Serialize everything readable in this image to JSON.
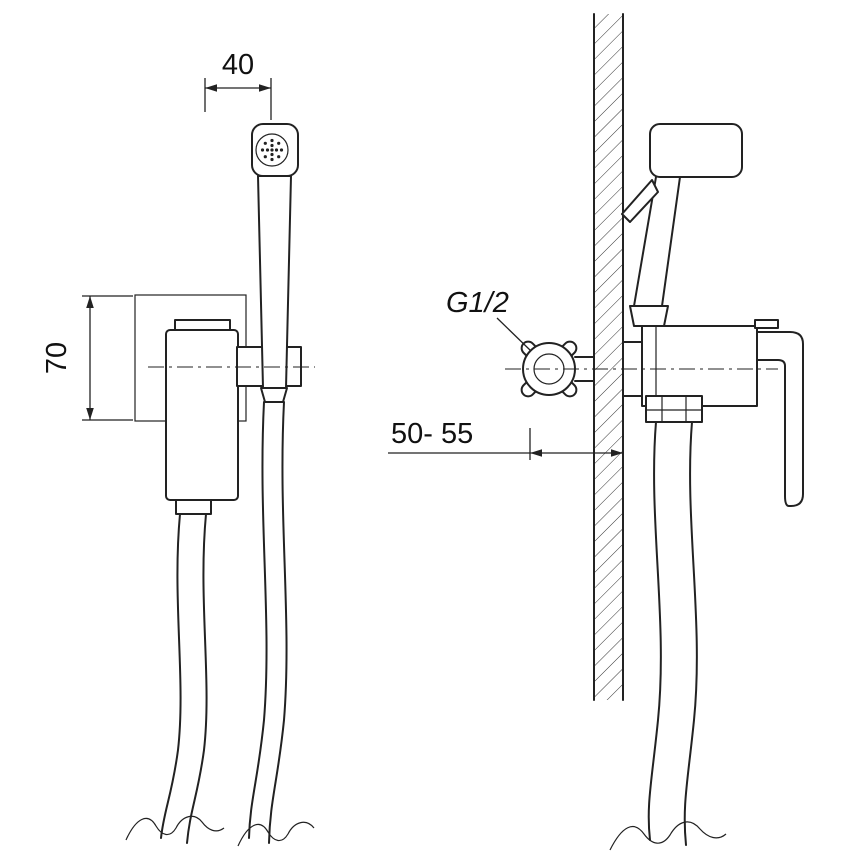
{
  "drawing": {
    "type": "technical-drawing",
    "views": [
      "front-view",
      "side-view"
    ],
    "colors": {
      "line": "#222222",
      "background": "#ffffff"
    },
    "dimensions": {
      "top_width": "40",
      "left_height": "70",
      "thread_label": "G1/2",
      "wall_depth": "50- 55"
    }
  }
}
